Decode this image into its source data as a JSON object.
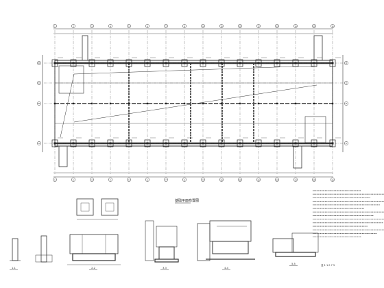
{
  "drawing": {
    "plan": {
      "top_grid_labels": [
        "1",
        "2",
        "3",
        "4",
        "5",
        "6",
        "7",
        "8",
        "9",
        "10",
        "11",
        "12",
        "13",
        "14",
        "15",
        "16"
      ],
      "left_grid_labels": [
        "D",
        "C",
        "B",
        "A"
      ],
      "title": "基础平面布置图"
    },
    "notes_lines": 14,
    "detail_labels": [
      "1-1",
      "2-2",
      "3-3",
      "4-4",
      "5-5"
    ],
    "bottom_right_mark": "注 1 1 0 7 5"
  }
}
